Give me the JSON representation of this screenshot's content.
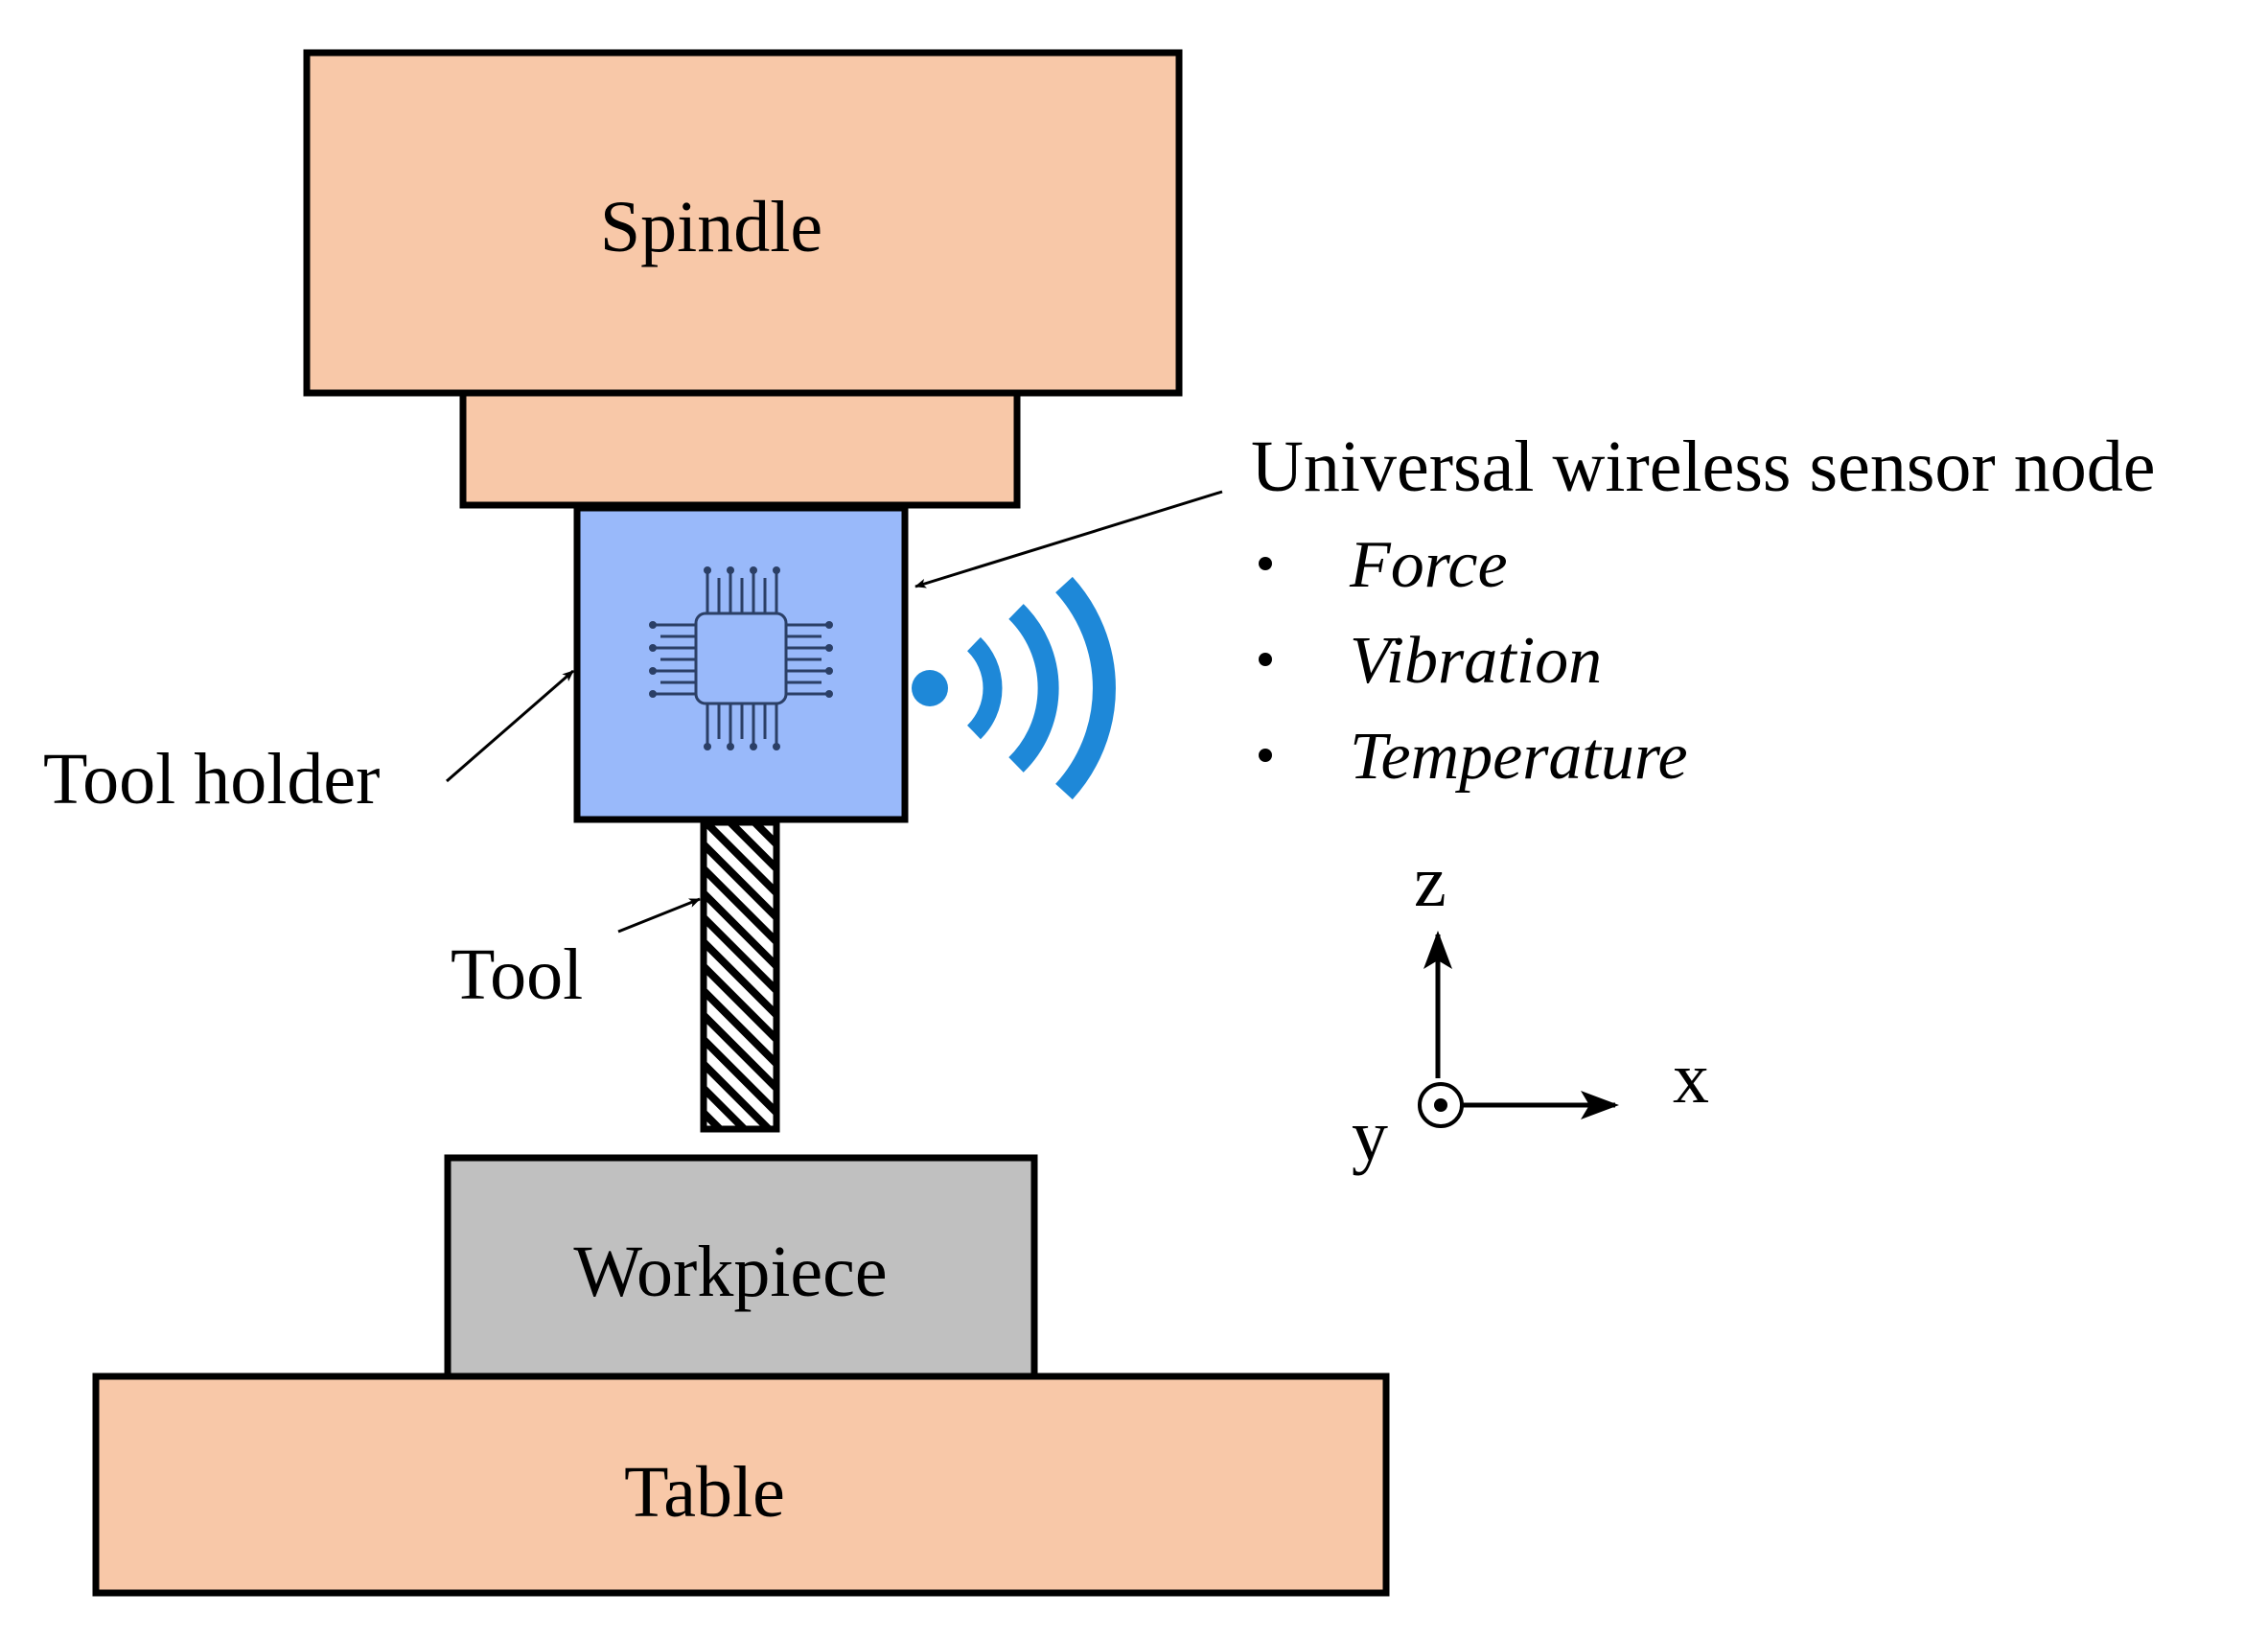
{
  "labels": {
    "spindle": "Spindle",
    "workpiece": "Workpiece",
    "table": "Table",
    "tool_holder": "Tool holder",
    "tool": "Tool",
    "sensor_node": "Universal wireless sensor node"
  },
  "sensor_measurements": [
    {
      "text": "Force"
    },
    {
      "text": "Vibration"
    },
    {
      "text": "Temperature"
    }
  ],
  "axes": {
    "z": "z",
    "x": "x",
    "y": "y"
  },
  "colors": {
    "spindle_fill": "#F8C8A8",
    "table_fill": "#F8C8A8",
    "tool_holder_fill": "#99B9FA",
    "workpiece_fill": "#C0C0C0",
    "wireless_signal": "#1E88D8",
    "chip": "#2B3F66",
    "outline": "#000000"
  },
  "icons": {
    "chip": "microchip-icon",
    "signal": "wireless-signal-icon"
  }
}
